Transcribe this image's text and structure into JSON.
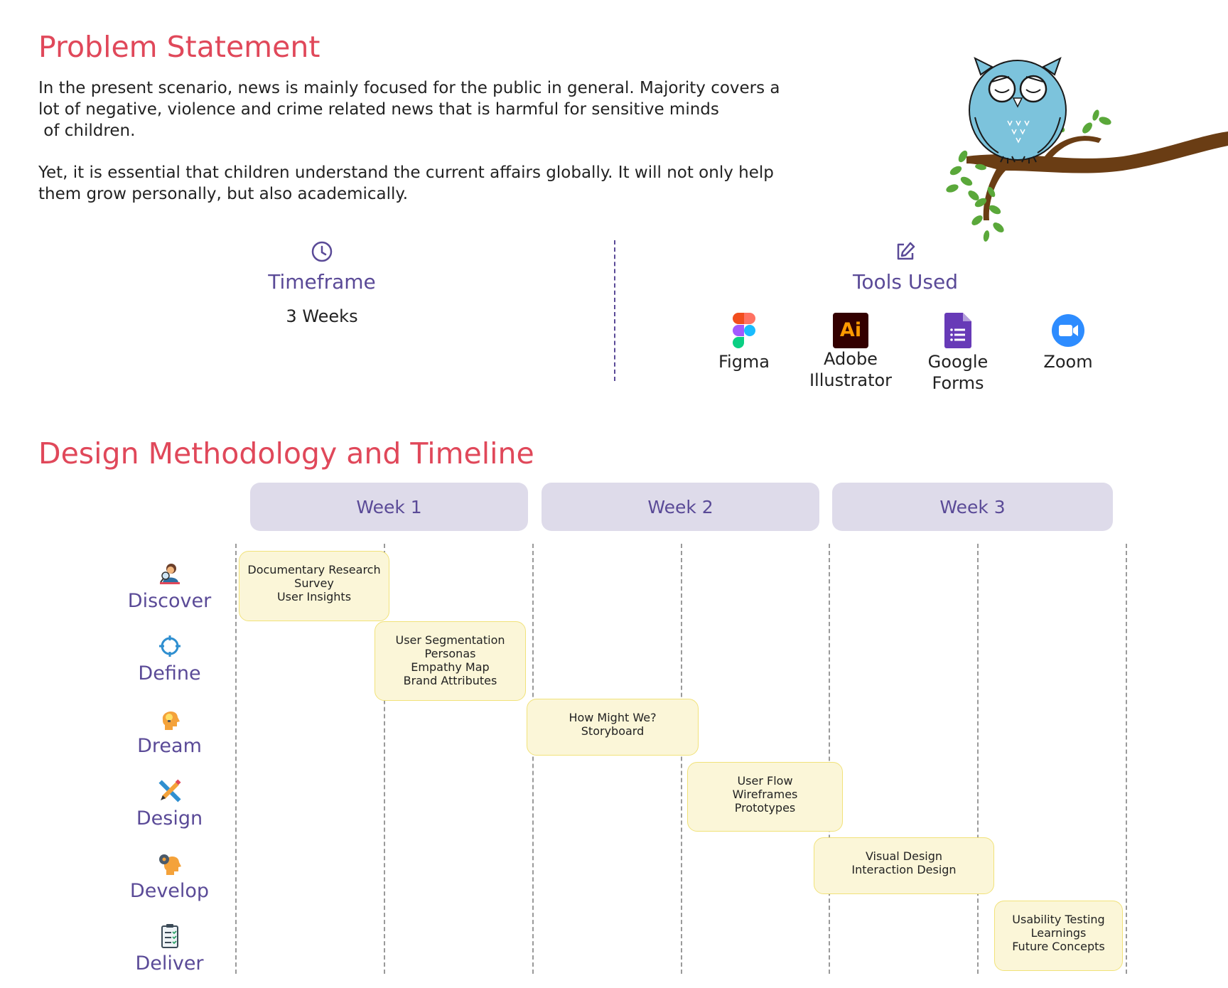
{
  "problem": {
    "title": "Problem Statement",
    "para1_lines": [
      "In the present scenario, news is mainly focused for the public in general. Majority covers a",
      "lot of negative, violence and crime related news that is harmful for sensitive minds",
      " of children."
    ],
    "para2_lines": [
      "Yet, it is essential that children understand the current affairs globally. It will not only help",
      "them grow personally, but also academically."
    ]
  },
  "timeframe": {
    "icon": "clock-icon",
    "label": "Timeframe",
    "value": "3 Weeks"
  },
  "tools": {
    "icon": "edit-icon",
    "label": "Tools Used",
    "items": [
      {
        "name": "Figma",
        "icon": "figma-icon"
      },
      {
        "name": "Adobe\nIllustrator",
        "icon": "adobe-illustrator-icon",
        "logo_text": "Ai"
      },
      {
        "name": "Google\nForms",
        "icon": "google-forms-icon"
      },
      {
        "name": "Zoom",
        "icon": "zoom-icon"
      }
    ]
  },
  "methodology": {
    "title": "Design Methodology and Timeline",
    "weeks": [
      "Week 1",
      "Week 2",
      "Week 3"
    ],
    "phases": [
      {
        "label": "Discover",
        "icon": "researcher-icon"
      },
      {
        "label": "Define",
        "icon": "target-icon"
      },
      {
        "label": "Dream",
        "icon": "idea-head-icon"
      },
      {
        "label": "Design",
        "icon": "pencil-ruler-icon"
      },
      {
        "label": "Develop",
        "icon": "gear-head-icon"
      },
      {
        "label": "Deliver",
        "icon": "clipboard-checklist-icon"
      }
    ],
    "tasks": [
      [
        "Documentary Research",
        "Survey",
        "User Insights"
      ],
      [
        "User Segmentation",
        "Personas",
        "Empathy Map",
        "Brand Attributes"
      ],
      [
        "How Might We?",
        "Storyboard"
      ],
      [
        "User Flow",
        "Wireframes",
        "Prototypes"
      ],
      [
        "Visual Design",
        "Interaction Design"
      ],
      [
        "Usability Testing",
        "Learnings",
        "Future Concepts"
      ]
    ]
  },
  "colors": {
    "heading": "#e0485a",
    "accent_purple": "#5a4a97",
    "week_bg": "#dedbea",
    "task_bg": "#fbf6d8",
    "task_border": "#f1e27a"
  }
}
